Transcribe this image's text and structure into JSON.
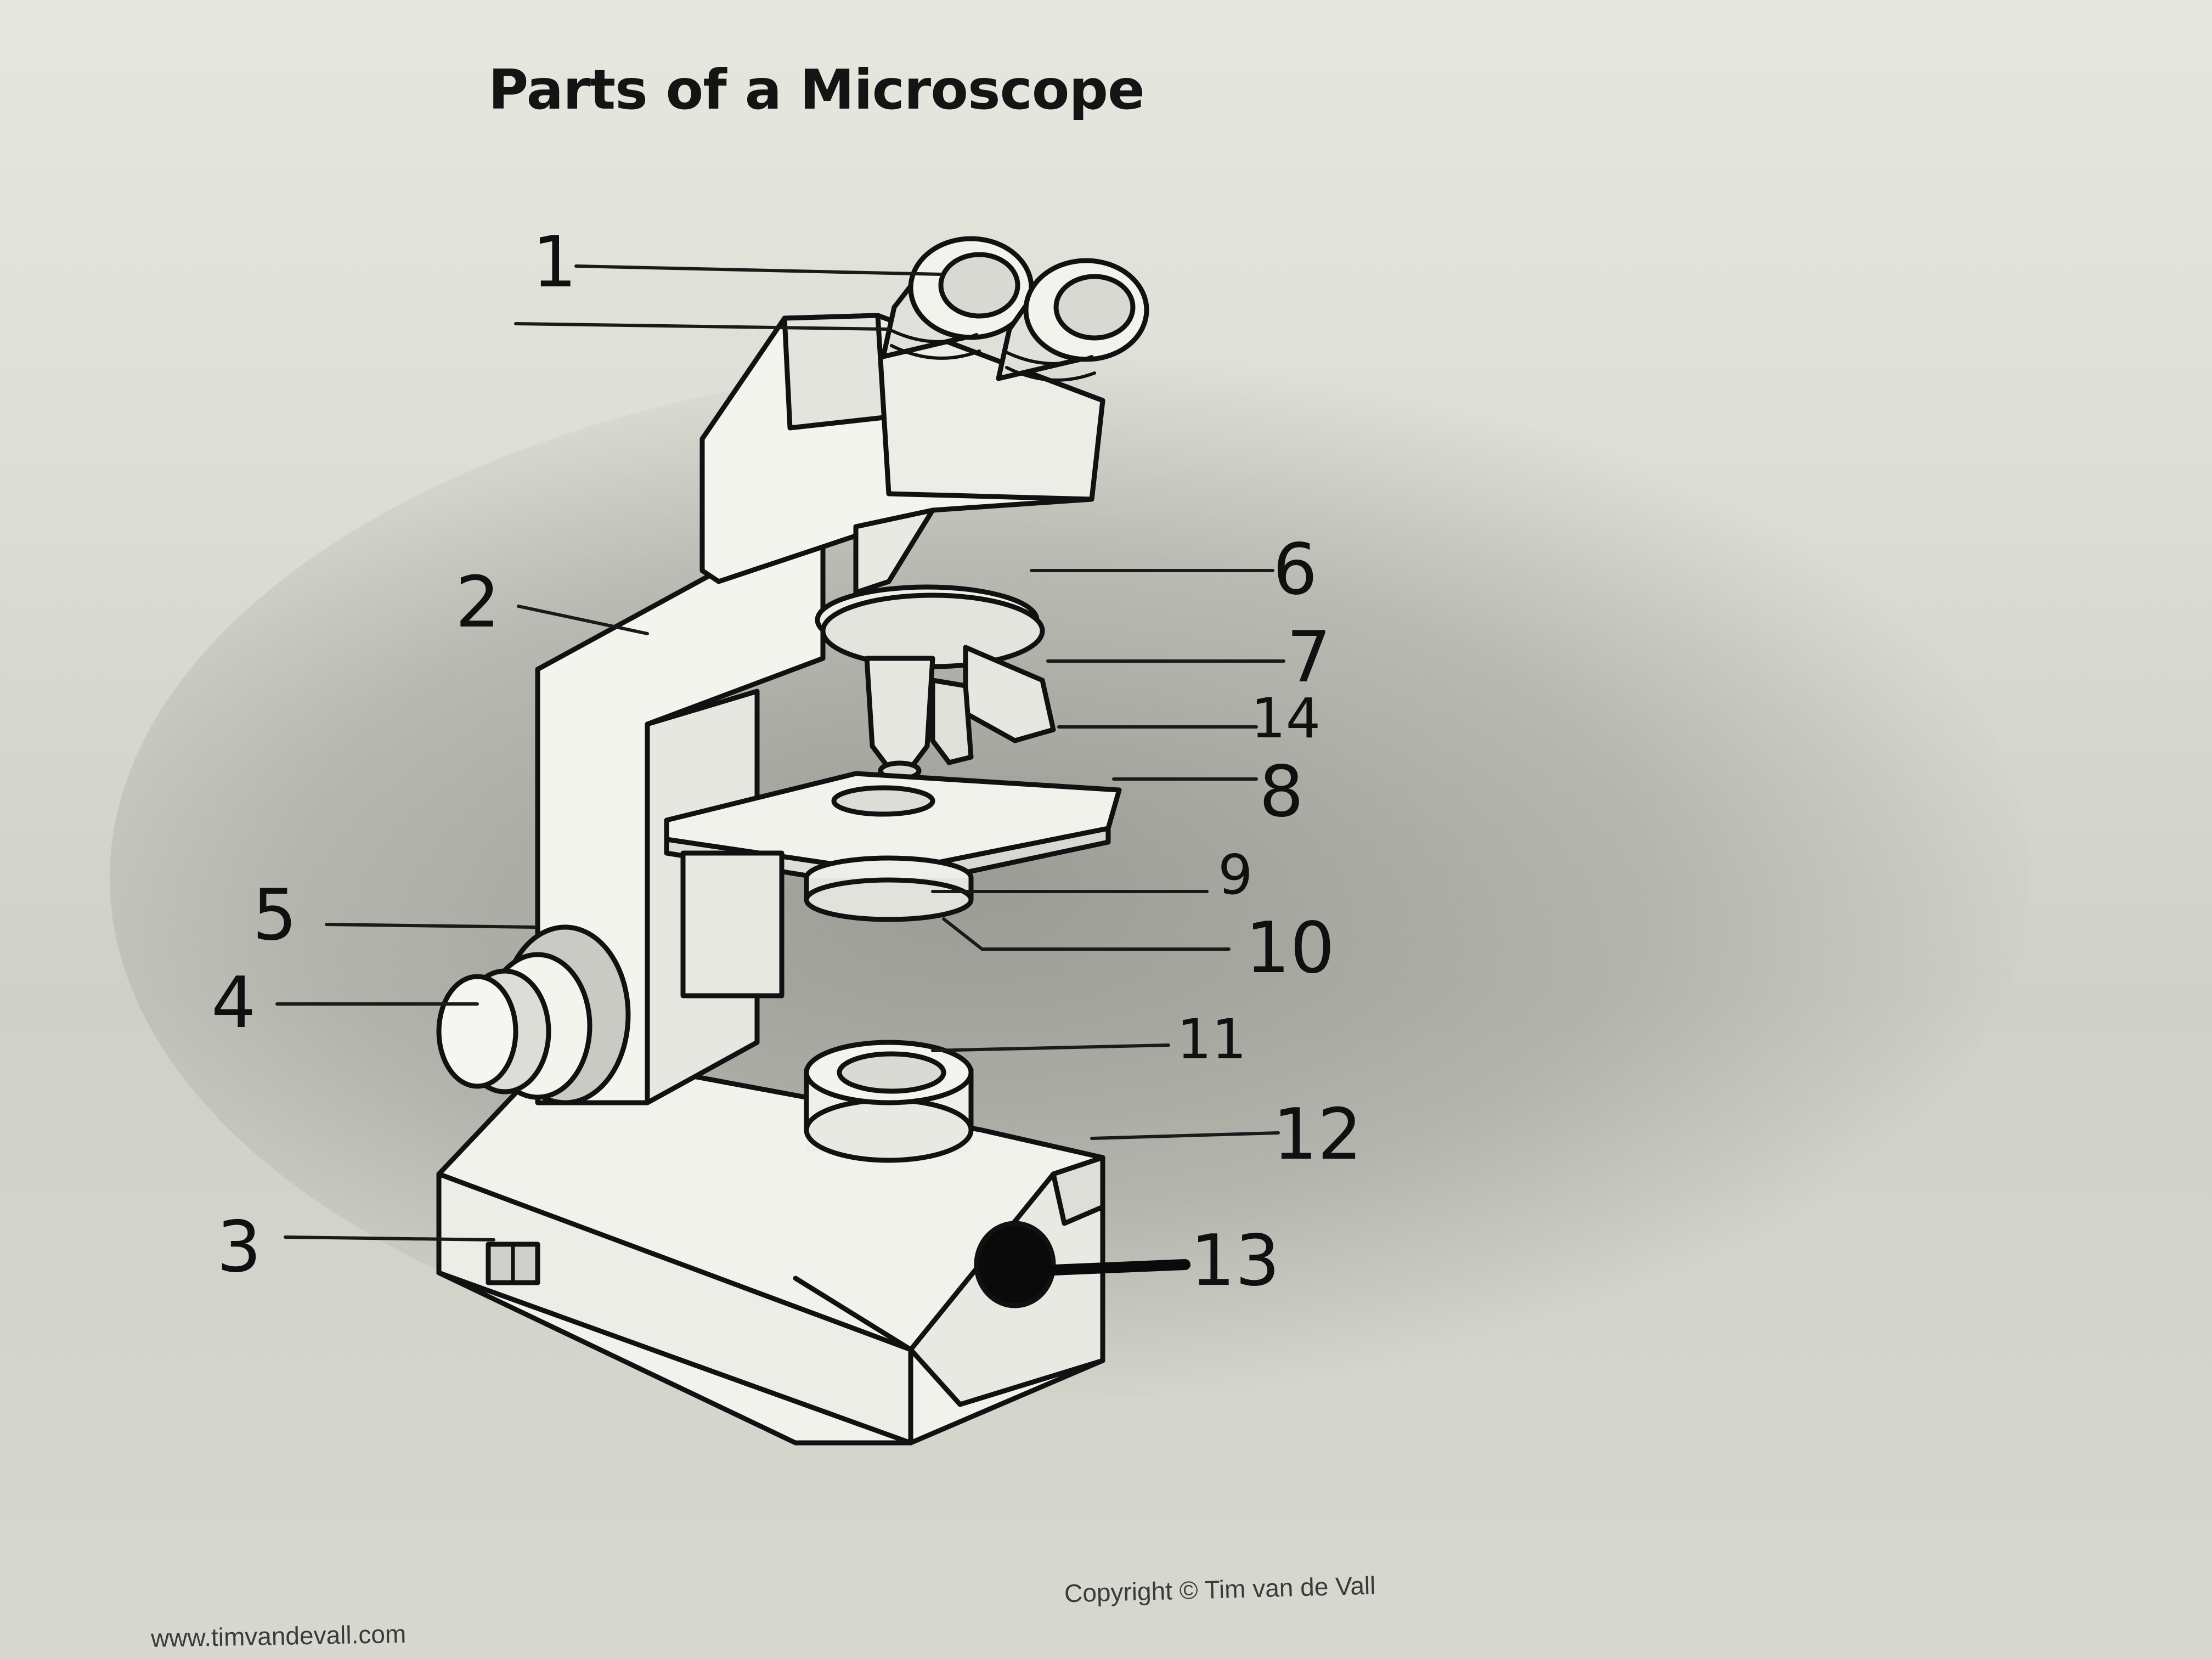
{
  "worksheet": {
    "title": "Parts of a Microscope",
    "copyright": "Copyright © Tim van de Vall",
    "website": "www.timvandevall.com"
  },
  "labels": [
    {
      "id": "1",
      "text": "1"
    },
    {
      "id": "2",
      "text": "2"
    },
    {
      "id": "3",
      "text": "3"
    },
    {
      "id": "4",
      "text": "4"
    },
    {
      "id": "5",
      "text": "5"
    },
    {
      "id": "6",
      "text": "6"
    },
    {
      "id": "7",
      "text": "7"
    },
    {
      "id": "14",
      "text": "14"
    },
    {
      "id": "8",
      "text": "8"
    },
    {
      "id": "9",
      "text": "9"
    },
    {
      "id": "10",
      "text": "10"
    },
    {
      "id": "11",
      "text": "11"
    },
    {
      "id": "12",
      "text": "12"
    },
    {
      "id": "13",
      "text": "13"
    }
  ],
  "colors": {
    "paper": "#dfe1d9",
    "ink": "#101010",
    "shadow": "#464842"
  }
}
